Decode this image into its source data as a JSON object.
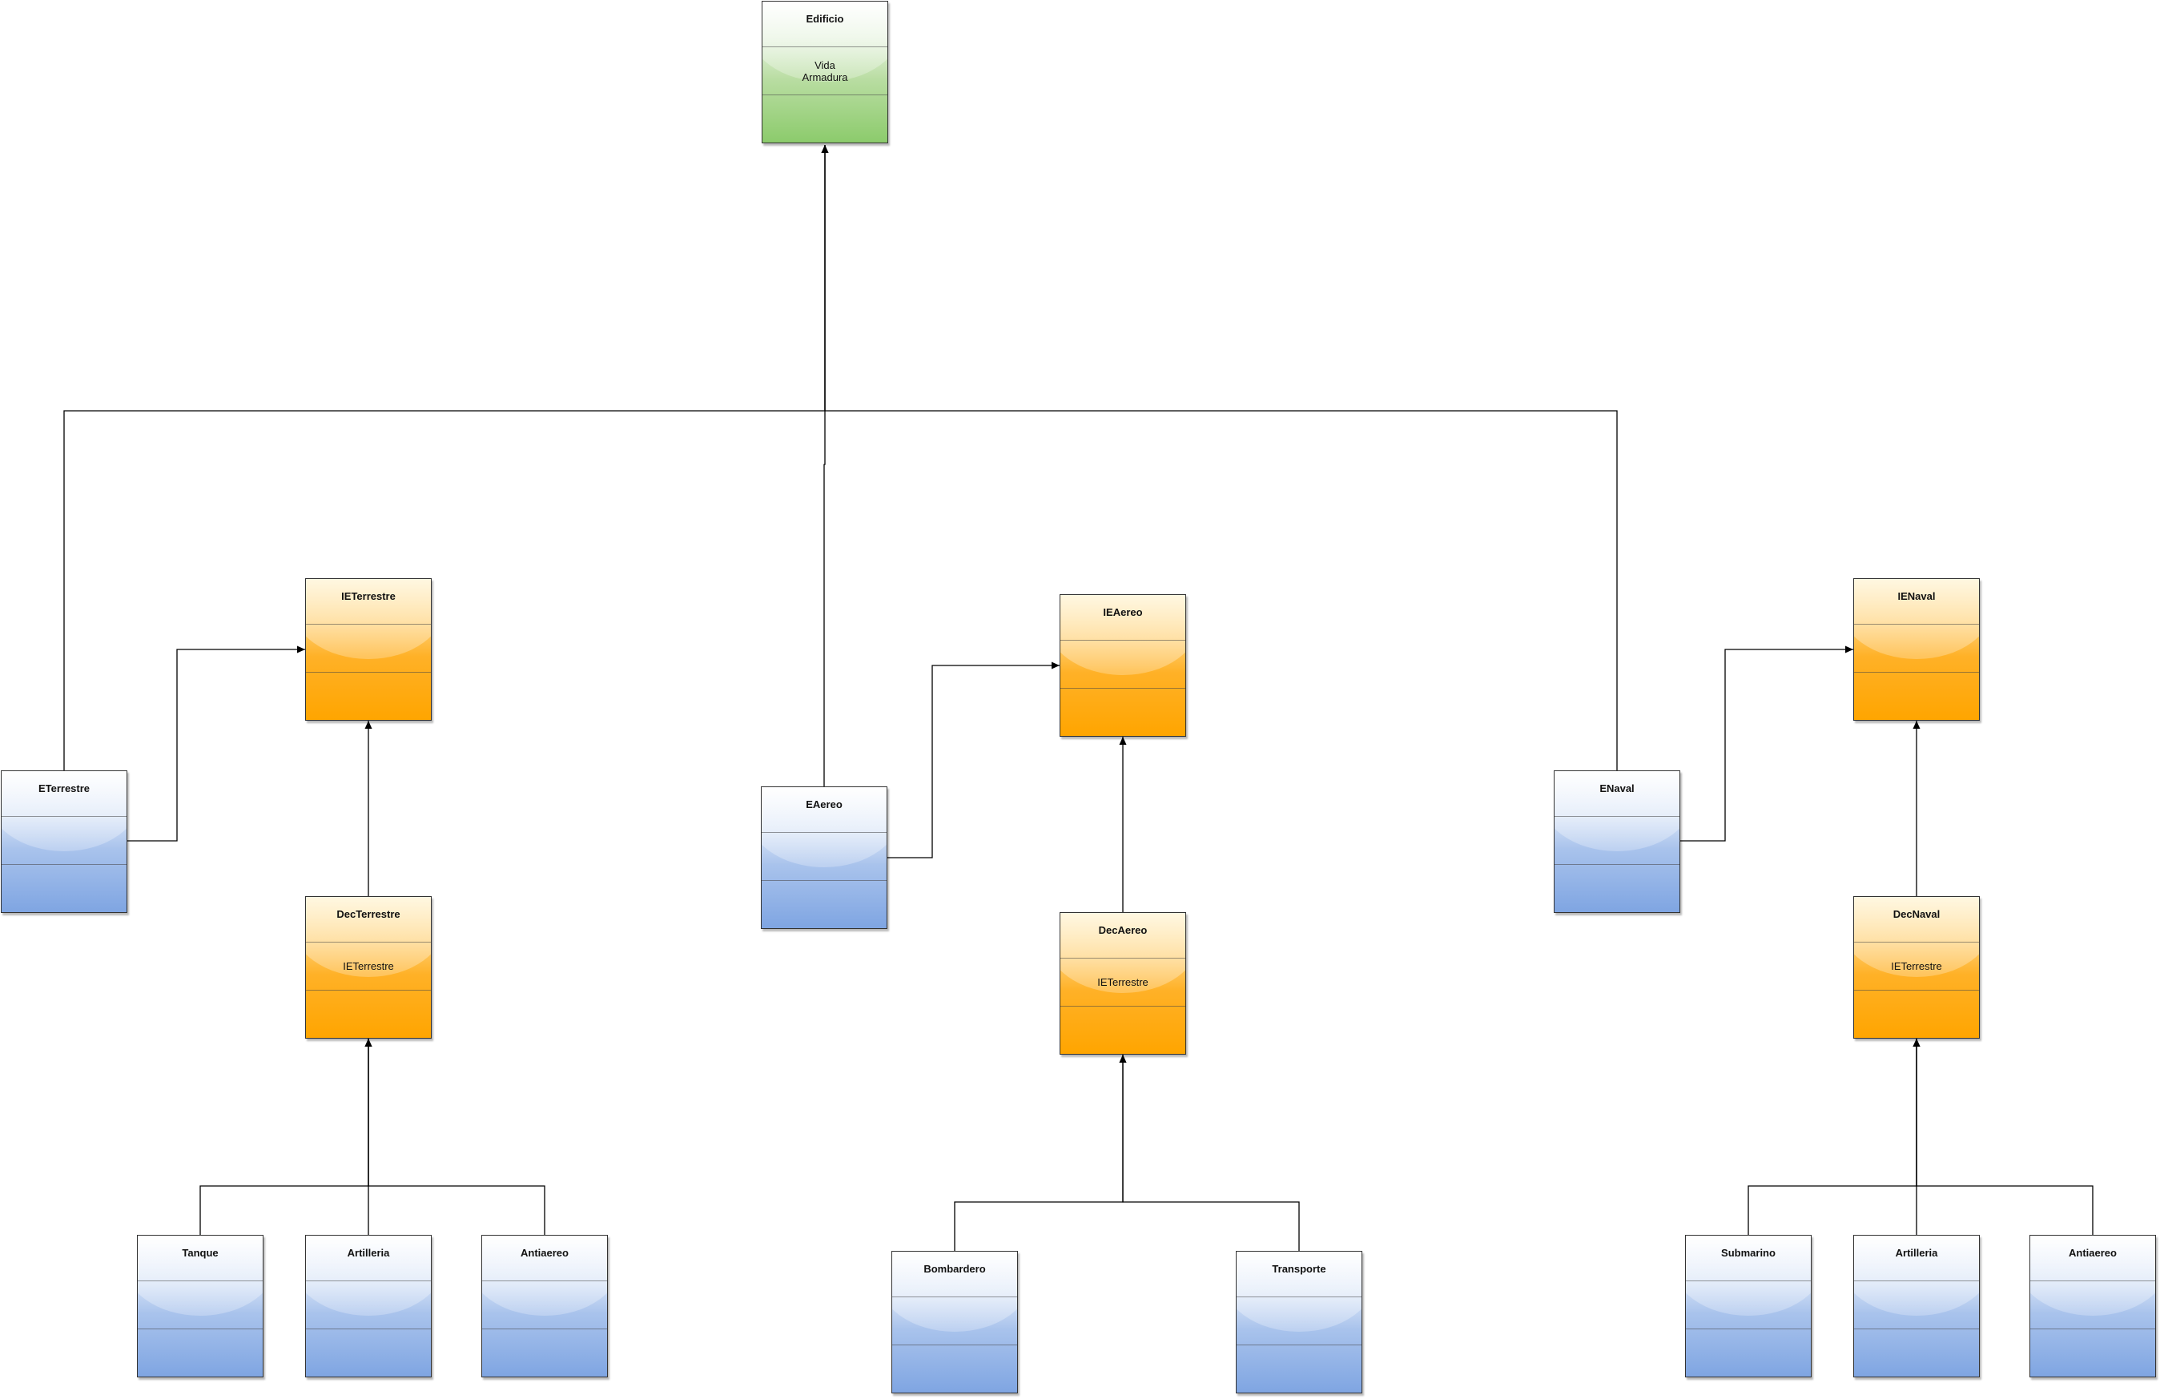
{
  "diagram": {
    "classes": [
      {
        "id": "edificio",
        "name": "Edificio",
        "attributes": [
          "Vida",
          "Armadura"
        ],
        "color": "green"
      },
      {
        "id": "ieterrestre",
        "name": "IETerrestre",
        "attributes": [],
        "color": "orange"
      },
      {
        "id": "ieaereo",
        "name": "IEAereo",
        "attributes": [],
        "color": "orange"
      },
      {
        "id": "ienaval",
        "name": "IENaval",
        "attributes": [],
        "color": "orange"
      },
      {
        "id": "eterrestre",
        "name": "ETerrestre",
        "attributes": [],
        "color": "blue"
      },
      {
        "id": "eaereo",
        "name": "EAereo",
        "attributes": [],
        "color": "blue"
      },
      {
        "id": "enaval",
        "name": "ENaval",
        "attributes": [],
        "color": "blue"
      },
      {
        "id": "decterrestre",
        "name": "DecTerrestre",
        "attributes": [
          "IETerrestre"
        ],
        "color": "orange"
      },
      {
        "id": "decaereo",
        "name": "DecAereo",
        "attributes": [
          "IETerrestre"
        ],
        "color": "orange"
      },
      {
        "id": "decnaval",
        "name": "DecNaval",
        "attributes": [
          "IETerrestre"
        ],
        "color": "orange"
      },
      {
        "id": "tanque",
        "name": "Tanque",
        "attributes": [],
        "color": "blue"
      },
      {
        "id": "artilleria-t",
        "name": "Artilleria",
        "attributes": [],
        "color": "blue"
      },
      {
        "id": "antiaereo-t",
        "name": "Antiaereo",
        "attributes": [],
        "color": "blue"
      },
      {
        "id": "bombardero",
        "name": "Bombardero",
        "attributes": [],
        "color": "blue"
      },
      {
        "id": "transporte",
        "name": "Transporte",
        "attributes": [],
        "color": "blue"
      },
      {
        "id": "submarino",
        "name": "Submarino",
        "attributes": [],
        "color": "blue"
      },
      {
        "id": "artilleria-n",
        "name": "Artilleria",
        "attributes": [],
        "color": "blue"
      },
      {
        "id": "antiaereo-n",
        "name": "Antiaereo",
        "attributes": [],
        "color": "blue"
      }
    ],
    "relations": [
      {
        "from": "eterrestre",
        "to": "edificio"
      },
      {
        "from": "eaereo",
        "to": "edificio"
      },
      {
        "from": "enaval",
        "to": "edificio"
      },
      {
        "from": "eterrestre",
        "to": "ieterrestre"
      },
      {
        "from": "eaereo",
        "to": "ieaereo"
      },
      {
        "from": "enaval",
        "to": "ienaval"
      },
      {
        "from": "decterrestre",
        "to": "ieterrestre"
      },
      {
        "from": "decaereo",
        "to": "ieaereo"
      },
      {
        "from": "decnaval",
        "to": "ienaval"
      },
      {
        "from": "tanque",
        "to": "decterrestre"
      },
      {
        "from": "artilleria-t",
        "to": "decterrestre"
      },
      {
        "from": "antiaereo-t",
        "to": "decterrestre"
      },
      {
        "from": "bombardero",
        "to": "decaereo"
      },
      {
        "from": "transporte",
        "to": "decaereo"
      },
      {
        "from": "submarino",
        "to": "decnaval"
      },
      {
        "from": "artilleria-n",
        "to": "decnaval"
      },
      {
        "from": "antiaereo-n",
        "to": "decnaval"
      }
    ]
  },
  "colors": {
    "line": "#000000",
    "green": "#8ccb6c",
    "orange": "#ffa500",
    "blue": "#7fa5e2"
  }
}
